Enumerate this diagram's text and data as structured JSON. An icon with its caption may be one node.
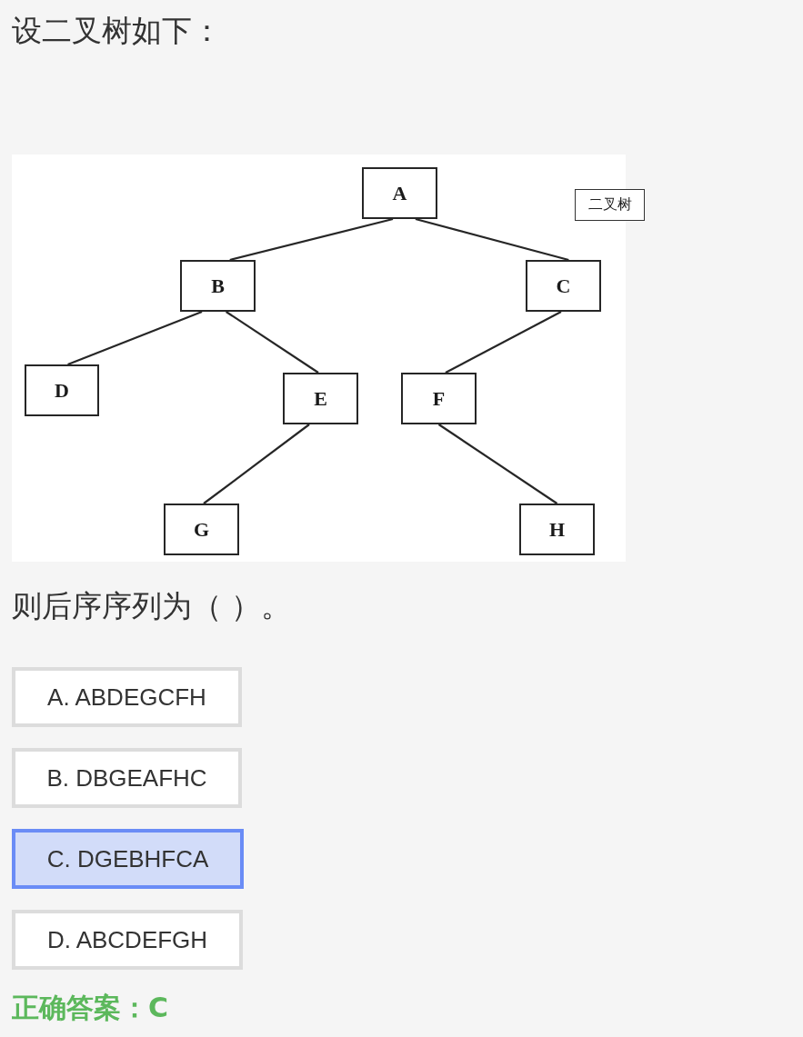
{
  "diagram": {
    "title": "设二叉树如下：",
    "nodes": [
      {
        "text": [
          "A"
        ]
      },
      {
        "text": [
          "B"
        ]
      },
      {
        "text": [
          "C"
        ]
      },
      {
        "text": [
          "D"
        ]
      },
      {
        "text": [
          "E"
        ]
      },
      {
        "text": [
          "F"
        ]
      },
      {
        "text": [
          "G"
        ]
      },
      {
        "text": [
          "H"
        ]
      },
      {
        "text": [
          "二叉树"
        ]
      },
      {
        "text": [
          "A. ABDEGCFH"
        ]
      },
      {
        "text": [
          "B. DBGEAFHC"
        ]
      },
      {
        "text": [
          "C. DGEBHFCA"
        ]
      },
      {
        "text": [
          "D. ABCDEFGH"
        ]
      }
    ],
    "edges": [
      {
        "from": 0,
        "to": 1,
        "arrow": "none"
      },
      {
        "from": 0,
        "to": 2,
        "arrow": "none"
      },
      {
        "from": 1,
        "to": 3,
        "arrow": "none"
      },
      {
        "from": 1,
        "to": 4,
        "arrow": "none"
      },
      {
        "from": 2,
        "to": 5,
        "arrow": "none"
      },
      {
        "from": 4,
        "to": 6,
        "arrow": "none"
      },
      {
        "from": 5,
        "to": 7,
        "arrow": "none"
      }
    ],
    "labels": [
      "则后序序列为（ ）。",
      "正确答案：C"
    ]
  }
}
